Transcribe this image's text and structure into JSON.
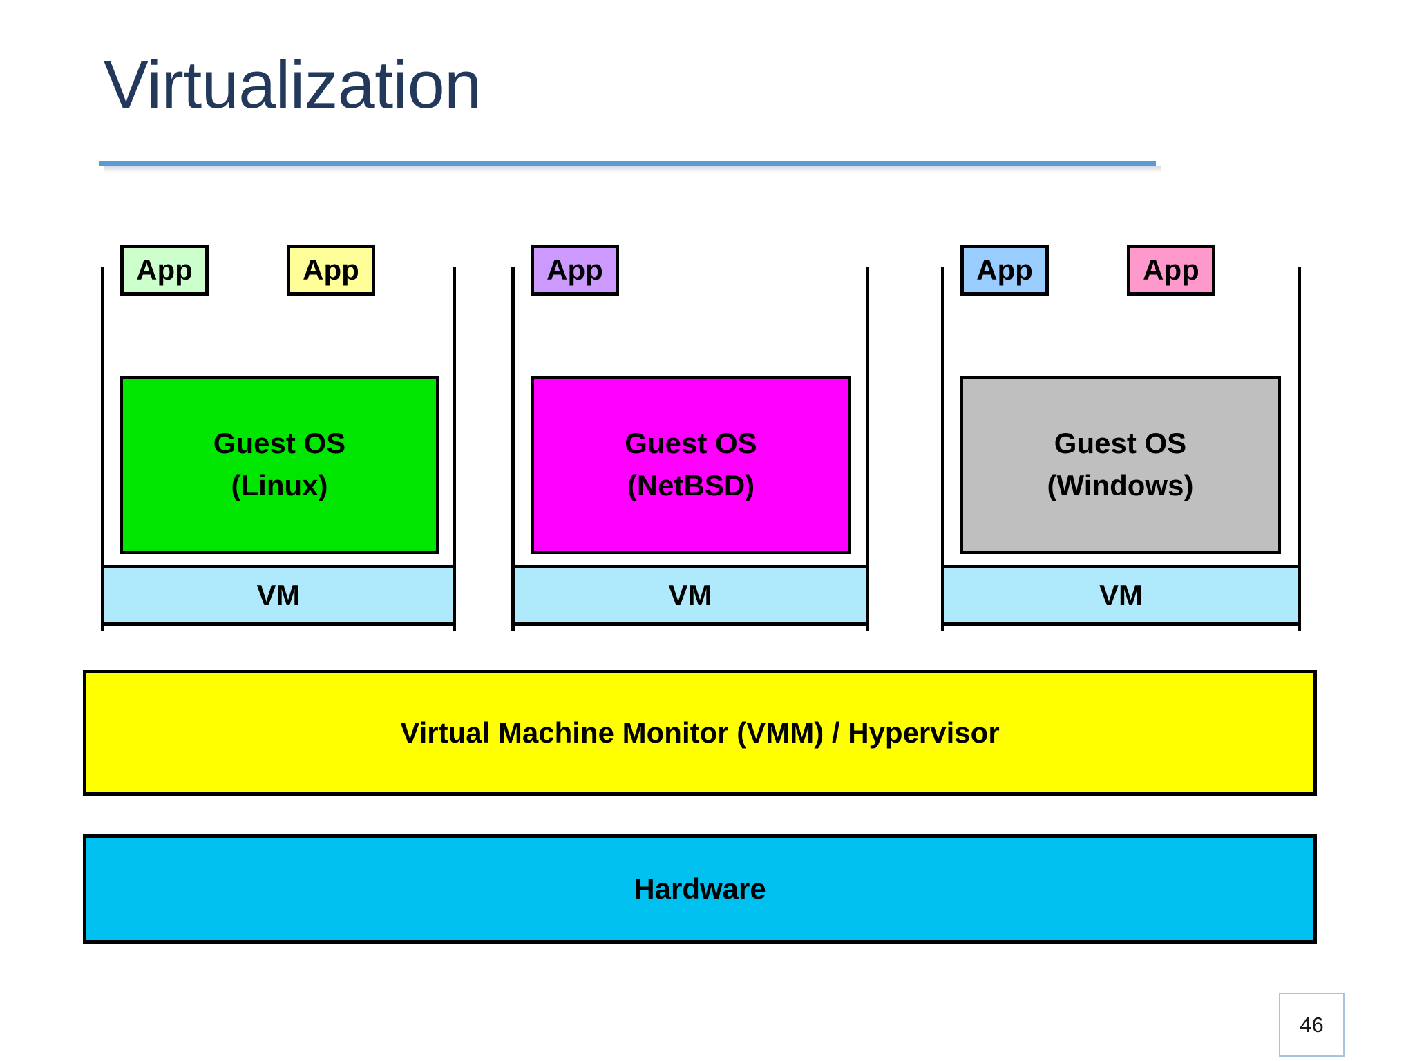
{
  "slide": {
    "title": "Virtualization",
    "page_number": "46",
    "title_color": "#23395B",
    "divider_color": "#5B9BD5"
  },
  "vms": [
    {
      "id": "vm-linux",
      "apps": [
        {
          "label": "App",
          "color": "#CCFFCC"
        },
        {
          "label": "App",
          "color": "#FFFF99"
        }
      ],
      "guest_os": {
        "line1": "Guest OS",
        "line2": "(Linux)",
        "color": "#00E600"
      },
      "vm_label": "VM",
      "vm_color": "#AEEAFB"
    },
    {
      "id": "vm-netbsd",
      "apps": [
        {
          "label": "App",
          "color": "#CC99FF"
        }
      ],
      "guest_os": {
        "line1": "Guest OS",
        "line2": "(NetBSD)",
        "color": "#FF00FF"
      },
      "vm_label": "VM",
      "vm_color": "#AEEAFB"
    },
    {
      "id": "vm-windows",
      "apps": [
        {
          "label": "App",
          "color": "#99CCFF"
        },
        {
          "label": "App",
          "color": "#FF99CC"
        }
      ],
      "guest_os": {
        "line1": "Guest OS",
        "line2": "(Windows)",
        "color": "#BFBFBF"
      },
      "vm_label": "VM",
      "vm_color": "#AEEAFB"
    }
  ],
  "layers": {
    "vmm": {
      "label": "Virtual Machine Monitor (VMM) / Hypervisor",
      "color": "#FFFF00"
    },
    "hardware": {
      "label": "Hardware",
      "color": "#00C0F0"
    }
  }
}
